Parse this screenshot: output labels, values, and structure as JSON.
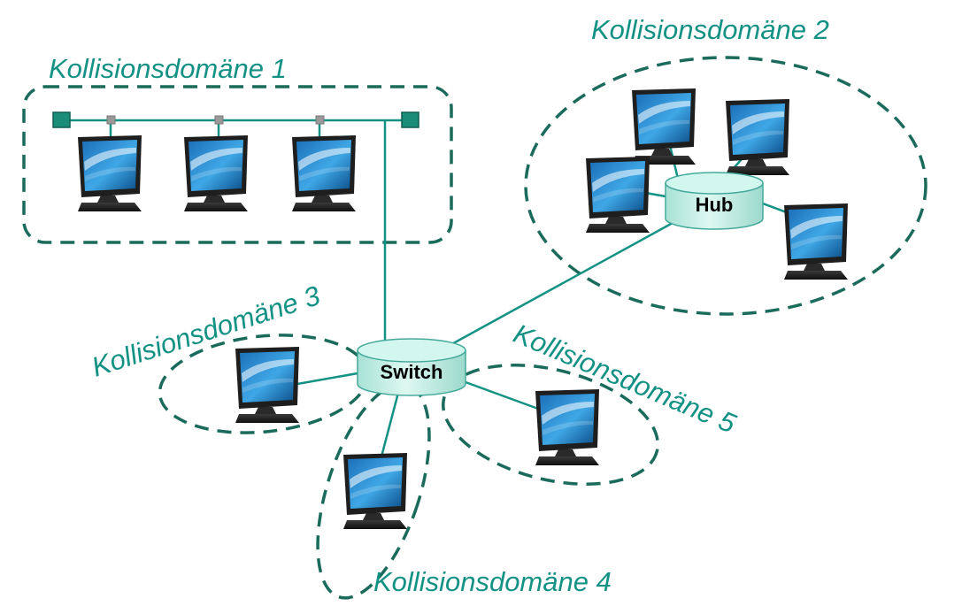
{
  "colors": {
    "line": "#139184",
    "dash": "#1a6b5b",
    "label": "#139184",
    "terminator": "#1a8c78",
    "tap": "#999999",
    "device_top": "#d2f7ef",
    "device_body": "#bdebe2",
    "device_stroke": "#45a99a",
    "screen_dark": "#0b4f8a",
    "screen_light": "#3fa7e6",
    "monitor_frame": "#1e1e1e"
  },
  "icons": {
    "computer": "computer-icon",
    "hub": "hub-icon",
    "switch": "switch-icon",
    "terminator": "bus-terminator-icon",
    "tap": "bus-tap-icon"
  },
  "domains": [
    {
      "id": "1",
      "label": "Kollisionsdomäne 1"
    },
    {
      "id": "2",
      "label": "Kollisionsdomäne 2"
    },
    {
      "id": "3",
      "label": "Kollisionsdomäne 3"
    },
    {
      "id": "4",
      "label": "Kollisionsdomäne 4"
    },
    {
      "id": "5",
      "label": "Kollisionsdomäne 5"
    }
  ],
  "devices": {
    "hub": "Hub",
    "switch": "Switch"
  }
}
